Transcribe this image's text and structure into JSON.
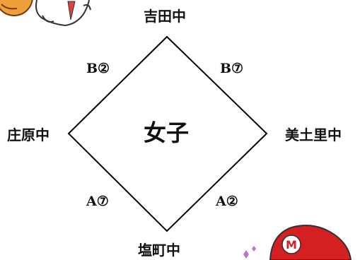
{
  "diagram": {
    "center_label": "女子",
    "teams": {
      "top": "吉田中",
      "left": "庄原中",
      "right": "美土里中",
      "bottom": "塩町中"
    },
    "match_slots": {
      "upper_left": "B②",
      "upper_right": "B⑦",
      "lower_left": "A⑦",
      "lower_right": "A②"
    }
  },
  "decorations": {
    "top_left_character": "cartoon-character-with-ball",
    "bottom_right_character": "mascot-red-cap-m"
  },
  "colors": {
    "line": "#000000",
    "ball": "#f0a038",
    "cap": "#d42020"
  }
}
